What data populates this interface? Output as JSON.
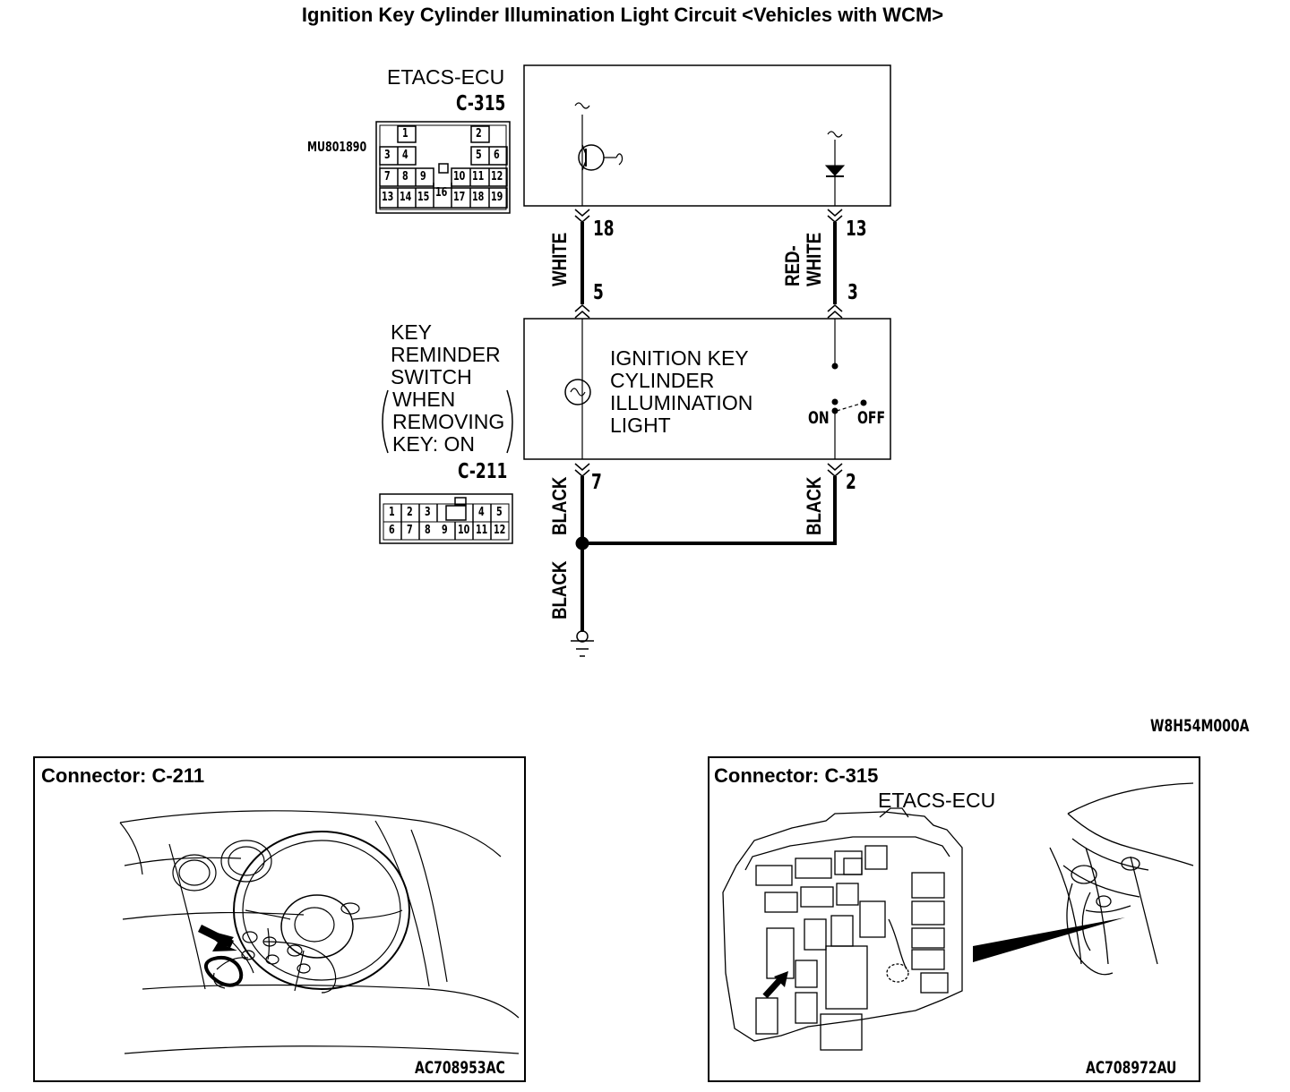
{
  "title": "Ignition Key Cylinder Illumination Light Circuit <Vehicles with WCM>",
  "ecu": {
    "name": "ETACS-ECU",
    "connector": "C-315",
    "part_number": "MU801890",
    "connector_pins_top": [
      "1",
      "2"
    ],
    "connector_pins_row2": [
      "3",
      "4",
      "5",
      "6"
    ],
    "connector_pins_row3": [
      "7",
      "8",
      "9",
      "10",
      "11",
      "12"
    ],
    "connector_pins_row4": [
      "13",
      "14",
      "15",
      "16",
      "17",
      "18",
      "19"
    ]
  },
  "left_circuit": {
    "ecu_pin": "18",
    "wire_color": "WHITE",
    "switch_pin": "5",
    "ground_pin": "7",
    "ground_wire": "BLACK"
  },
  "right_circuit": {
    "ecu_pin": "13",
    "wire_color_line1": "RED-",
    "wire_color_line2": "WHITE",
    "switch_pin": "3",
    "ground_pin": "2",
    "ground_wire": "BLACK"
  },
  "trunk_wire": "BLACK",
  "key_reminder": {
    "line1": "KEY",
    "line2": "REMINDER",
    "line3": "SWITCH",
    "line4": "WHEN",
    "line5": "REMOVING",
    "line6": "KEY: ON",
    "connector": "C-211",
    "pins_row1": [
      "1",
      "2",
      "3",
      "4",
      "5"
    ],
    "pins_row2": [
      "6",
      "7",
      "8",
      "9",
      "10",
      "11",
      "12"
    ]
  },
  "illumination": {
    "line1": "IGNITION KEY",
    "line2": "CYLINDER",
    "line3": "ILLUMINATION",
    "line4": "LIGHT"
  },
  "switch_states": {
    "on": "ON",
    "off": "OFF"
  },
  "diagram_code": "W8H54M000A",
  "panels": [
    {
      "title": "Connector: C-211",
      "code": "AC708953AC"
    },
    {
      "title": "Connector: C-315",
      "subtitle": "ETACS-ECU",
      "code": "AC708972AU"
    }
  ]
}
